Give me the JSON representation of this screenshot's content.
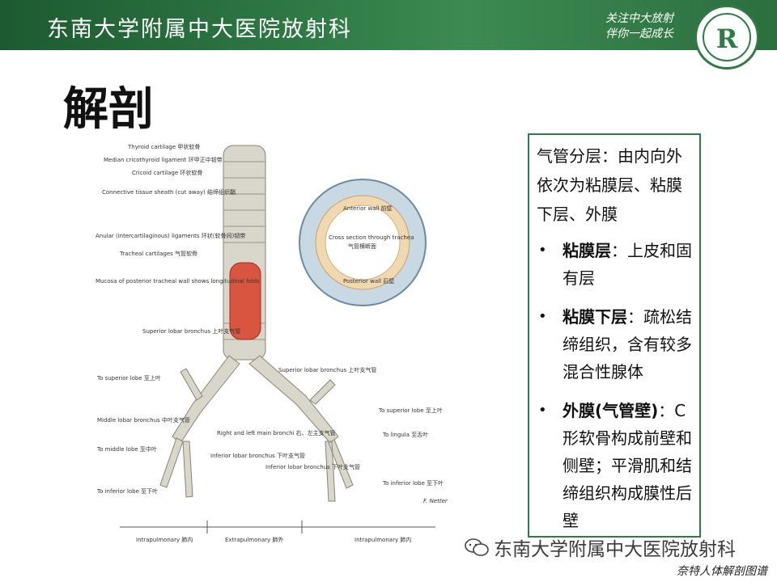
{
  "header": {
    "title": "东南大学附属中大医院放射科",
    "slogan_line1": "关注中大放射",
    "slogan_line2": "伴你一起成长",
    "logo_mark": "R"
  },
  "page_title": "解剖",
  "figure": {
    "labels": {
      "thyroid": "Thyroid cartilage 甲状软骨",
      "cricothyroid": "Median cricothyroid ligament 环甲正中韧带",
      "cricoid": "Cricoid cartilage 环状软骨",
      "connective": "Connective tissue sheath (cut away) 结缔组织鞘",
      "anular": "Anular (intercartilaginous) ligaments 环状(软骨间)韧带",
      "tracheal": "Tracheal cartilages 气管软骨",
      "mucosa": "Mucosa of posterior tracheal wall shows longitudinal folds",
      "cross_section": "Cross section through trachea",
      "cross_section_cn": "气管横断面",
      "anterior": "Anterior wall 前壁",
      "posterior": "Posterior wall 后壁",
      "sup_lobar_r": "Superior lobar bronchus 上叶支气管",
      "sup_lobar_l": "Superior lobar bronchus 上叶支气管",
      "to_superior_r": "To superior lobe 至上叶",
      "to_superior_l": "To superior lobe 至上叶",
      "middle_lobar": "Middle lobar bronchus 中叶支气管",
      "to_middle": "To middle lobe 至中叶",
      "main_bronchi": "Right and left main bronchi 右、左主支气管",
      "inf_lobar_r": "Inferior lobar bronchus 下叶支气管",
      "inf_lobar_l": "Inferior lobar bronchus 下叶支气管",
      "to_inferior_r": "To inferior lobe 至下叶",
      "to_inferior_l": "To inferior lobe 至下叶",
      "to_lingula": "To lingula 至舌叶",
      "intrapulmonary_l": "Intrapulmonary 肺内",
      "extrapulmonary": "Extrapulmonary 肺外",
      "intrapulmonary_r": "Intrapulmonary 肺内",
      "signature": "F. Netter"
    },
    "colors": {
      "trachea": "#d9d6cc",
      "mucosa": "#d9553f",
      "ring": "#c8d9e4",
      "ring_inner": "#f0d9b0"
    }
  },
  "info": {
    "intro": "气管分层：由内向外依次为粘膜层、粘膜下层、外膜",
    "bullet": "•",
    "items": [
      {
        "term": "粘膜层",
        "desc": "：上皮和固有层"
      },
      {
        "term": "粘膜下层",
        "desc": "：疏松结缔组织，含有较多混合性腺体"
      },
      {
        "term": "外膜(气管壁)",
        "desc": "：C形软骨构成前壁和侧壁；平滑肌和结缔组织构成膜性后壁"
      }
    ]
  },
  "watermark": "东南大学附属中大医院放射科",
  "credit": "奈特人体解剖图谱"
}
